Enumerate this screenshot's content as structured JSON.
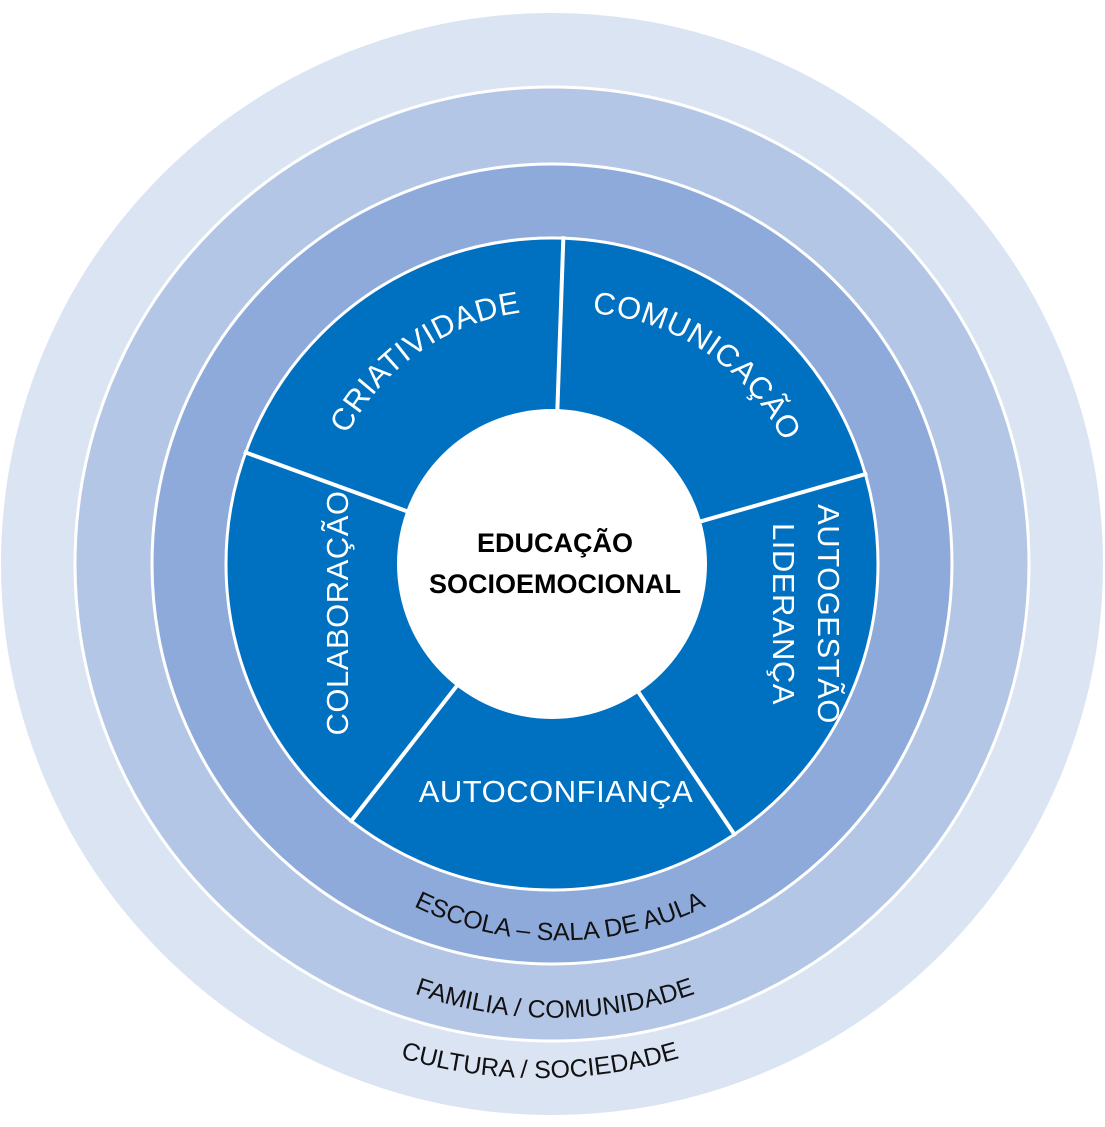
{
  "center": {
    "line1": "EDUCAÇÃO",
    "line2": "SOCIOEMOCIONAL"
  },
  "segments": [
    {
      "label": "CRIATIVIDADE"
    },
    {
      "label": "COMUNICAÇÃO"
    },
    {
      "label_line1": "AUTOGESTÃO",
      "label_line2": "LIDERANÇA"
    },
    {
      "label": "AUTOCONFIANÇA"
    },
    {
      "label": "COLABORAÇÃO"
    }
  ],
  "rings": {
    "school": "ESCOLA – SALA DE AULA",
    "family": "FAMILIA / COMUNIDADE",
    "culture": "CULTURA / SOCIEDADE"
  },
  "colors": {
    "culture_ring": "#dbe4f3",
    "family_ring": "#b4c6e6",
    "school_ring": "#8eaadb",
    "segments": "#0070c0",
    "center": "#ffffff",
    "dividers": "#ffffff"
  }
}
